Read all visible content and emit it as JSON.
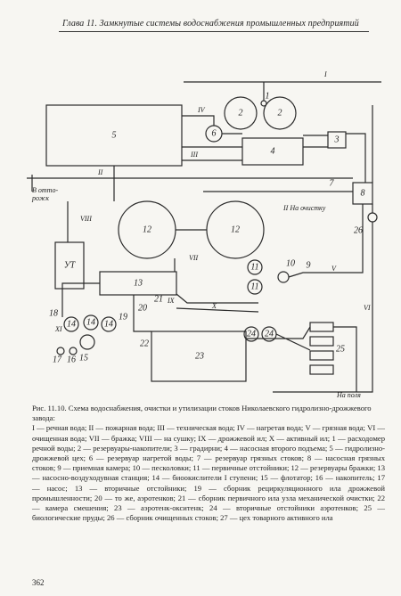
{
  "header": {
    "title": "Глава 11. Замкнутые системы водоснабжения промышленных предприятий"
  },
  "diagram": {
    "blocks": {
      "b1": "1",
      "b2a": "2",
      "b2b": "2",
      "b3": "3",
      "b4": "4",
      "b5": "5",
      "b6": "6",
      "b7": "7",
      "b8": "8",
      "b9": "9",
      "b10": "10",
      "b11a": "11",
      "b11b": "11",
      "b12a": "12",
      "b12b": "12",
      "b13": "13",
      "b14a": "14",
      "b14b": "14",
      "b14c": "14",
      "b15": "15",
      "b16": "16",
      "b17": "17",
      "b18": "18",
      "b19": "19",
      "b20": "20",
      "b21": "21",
      "b22": "22",
      "b23": "23",
      "b24a": "24",
      "b24b": "24",
      "b25": "25",
      "b26": "26",
      "ut": "УТ"
    },
    "labels": {
      "to_pond_1": "В отто-",
      "to_pond_2": "рожк",
      "to_cleaning": "II На очистку",
      "to_field": "На поля"
    },
    "streams": {
      "I": "I",
      "II": "II",
      "III": "III",
      "IV": "IV",
      "V": "V",
      "VI": "VI",
      "VII": "VII",
      "VIII": "VIII",
      "IX": "IX",
      "X": "X",
      "XI": "XI"
    }
  },
  "caption": {
    "title": "Рис. 11.10. Схема водоснабжения, очистки и утилизации стоков Николаевского гидролизно-дрожжевого завода:",
    "legend": "I — речная вода; II — пожарная вода; III — техническая вода; IV — нагретая вода; V — грязная вода; VI — очищенная вода; VII — бражка; VIII — на сушку; IX — дрожжевой ил; X — активный ил; 1 — расходомер речной воды; 2 — резервуары-накопители; 3 — градирни; 4 — насосная второго подъема; 5 — гидролизно-дрожжевой цех; 6 — резервуар нагретой воды; 7 — резервуар грязных стоков; 8 — насосная грязных стоков; 9 — приемная камера; 10 — песколовки; 11 — первичные отстойники; 12 — резервуары бражки; 13 — насосно-воздуходувная станция; 14 — биоокислители I ступени; 15 — флотатор; 16 — накопитель; 17 — насос; 13 — вторичные отстойники; 19 — сборник рециркуляционного ила дрожжевой промышленности; 20 — то же, аэротенков; 21 — сборник первичного ила узла механической очистки; 22 — камера смешения; 23 — аэротенк-окситенк; 24 — вторичные отстойники аэротенков; 25 — биологические пруды; 26 — сборник очищенных стоков; 27 — цех товарного активного ила"
  },
  "page_number": "362"
}
